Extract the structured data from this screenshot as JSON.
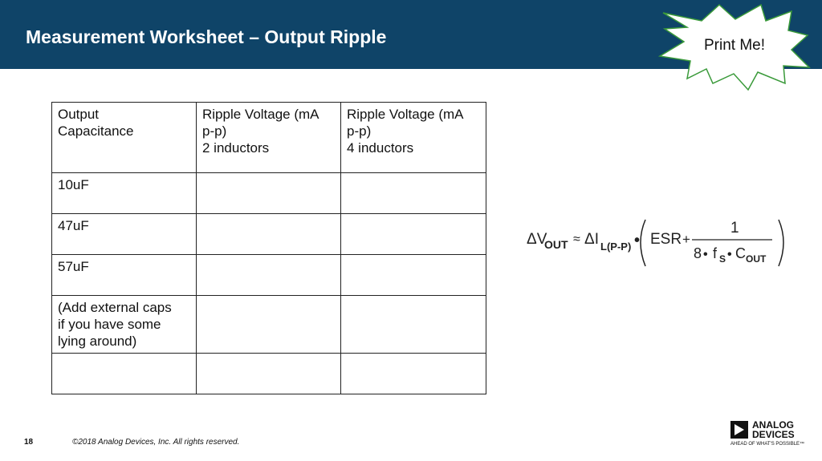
{
  "header": {
    "title": "Measurement Worksheet – Output Ripple",
    "badge": "Print Me!"
  },
  "table": {
    "headers": [
      "Output\nCapacitance",
      "Ripple Voltage (mA\np-p)\n2 inductors",
      "Ripple Voltage (mA\np-p)\n4 inductors"
    ],
    "rows": [
      [
        "10uF",
        "",
        ""
      ],
      [
        "47uF",
        "",
        ""
      ],
      [
        "57uF",
        "",
        ""
      ],
      [
        "(Add external caps\nif you have some\nlying around)",
        "",
        ""
      ],
      [
        "",
        "",
        ""
      ]
    ]
  },
  "formula": {
    "delta_v": "ΔV",
    "out_sub": "OUT",
    "approx": "≈",
    "delta_i": "ΔI",
    "l_sub": "L(P-P)",
    "esr": "ESR",
    "plus": "+",
    "numerator": "1",
    "denominator_eight": "8",
    "f": "f",
    "s_sub": "S",
    "c": "C",
    "bullet": "•"
  },
  "footer": {
    "page_number": "18",
    "copyright": "©2018 Analog Devices, Inc. All rights reserved."
  },
  "logo": {
    "line1": "ANALOG",
    "line2": "DEVICES",
    "tagline": "AHEAD OF WHAT'S POSSIBLE™"
  },
  "colors": {
    "header": "#0f4468",
    "badge_fill": "#ffffff",
    "badge_stroke": "#3a9a3a"
  }
}
